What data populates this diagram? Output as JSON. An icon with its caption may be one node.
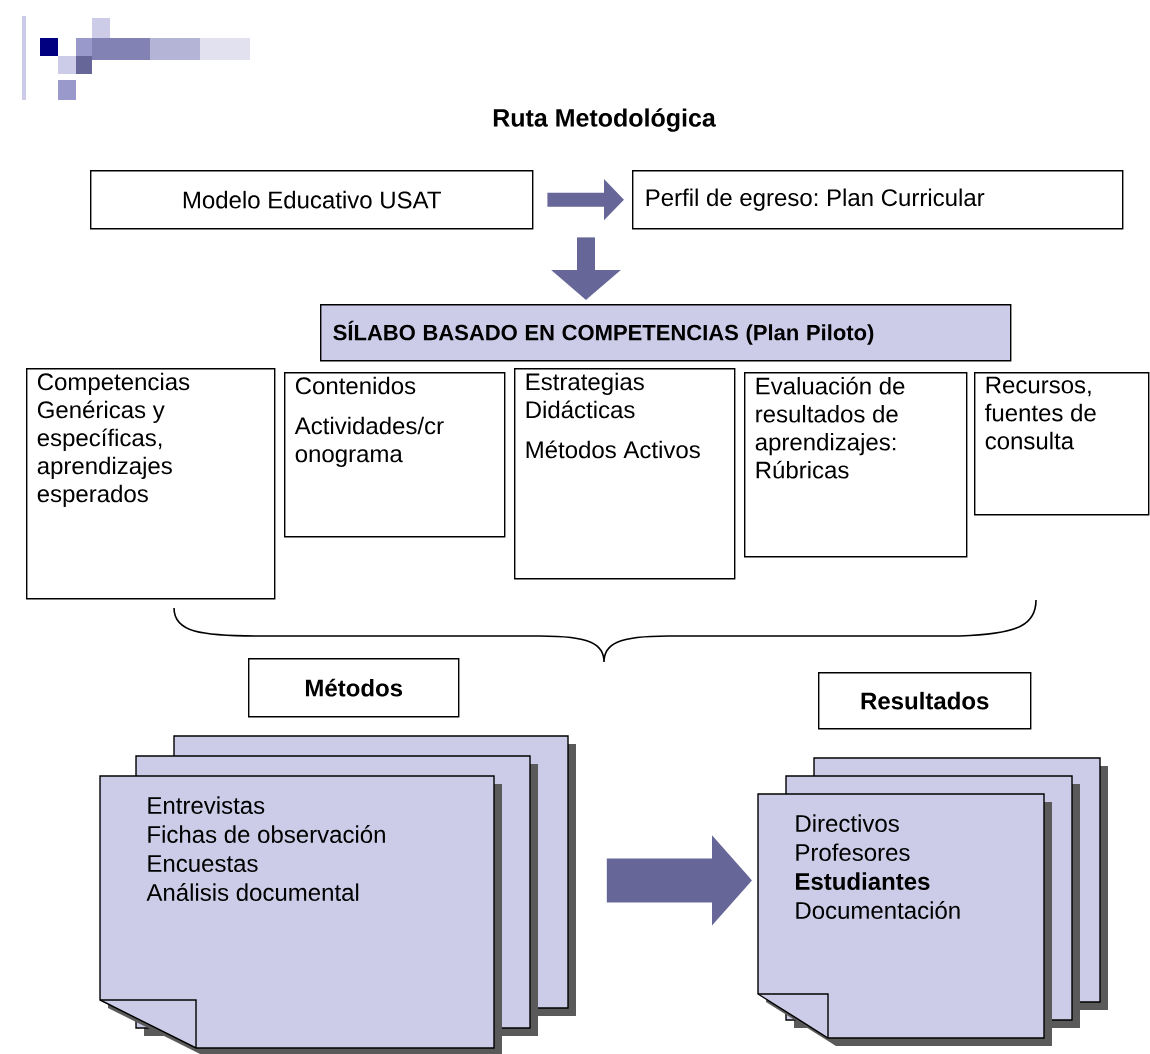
{
  "diagram": {
    "title": "Ruta Metodológica",
    "nodes": [
      {
        "text": [
          "Modelo Educativo USAT"
        ]
      },
      {
        "text": [
          "Perfil de egreso: Plan Curricular"
        ]
      },
      {
        "text": [
          "SÍLABO BASADO EN COMPETENCIAS (Plan Piloto)"
        ]
      },
      {
        "text": [
          "Competencias Genéricas y específicas, aprendizajes esperados"
        ]
      },
      {
        "text": [
          "Contenidos",
          "Actividades/cr onograma"
        ]
      },
      {
        "text": [
          "Estrategias Didácticas",
          "Métodos Activos"
        ]
      },
      {
        "text": [
          "Evaluación de resultados de aprendizajes: Rúbricas"
        ]
      },
      {
        "text": [
          "Recursos, fuentes de consulta"
        ]
      },
      {
        "text": [
          "Métodos"
        ]
      },
      {
        "text": [
          "Resultados"
        ]
      },
      {
        "text": [
          "Entrevistas",
          "Fichas de observación",
          "Encuestas",
          "Análisis documental"
        ]
      },
      {
        "text": [
          "Directivos",
          "Profesores",
          "Estudiantes",
          "Documentación"
        ]
      }
    ],
    "edges": [
      {
        "from": 0,
        "to": 1,
        "arrow": "to"
      },
      {
        "from": 1,
        "to": 2,
        "arrow": "to"
      },
      {
        "from": 10,
        "to": 11,
        "arrow": "to",
        "style": "thick"
      }
    ]
  }
}
